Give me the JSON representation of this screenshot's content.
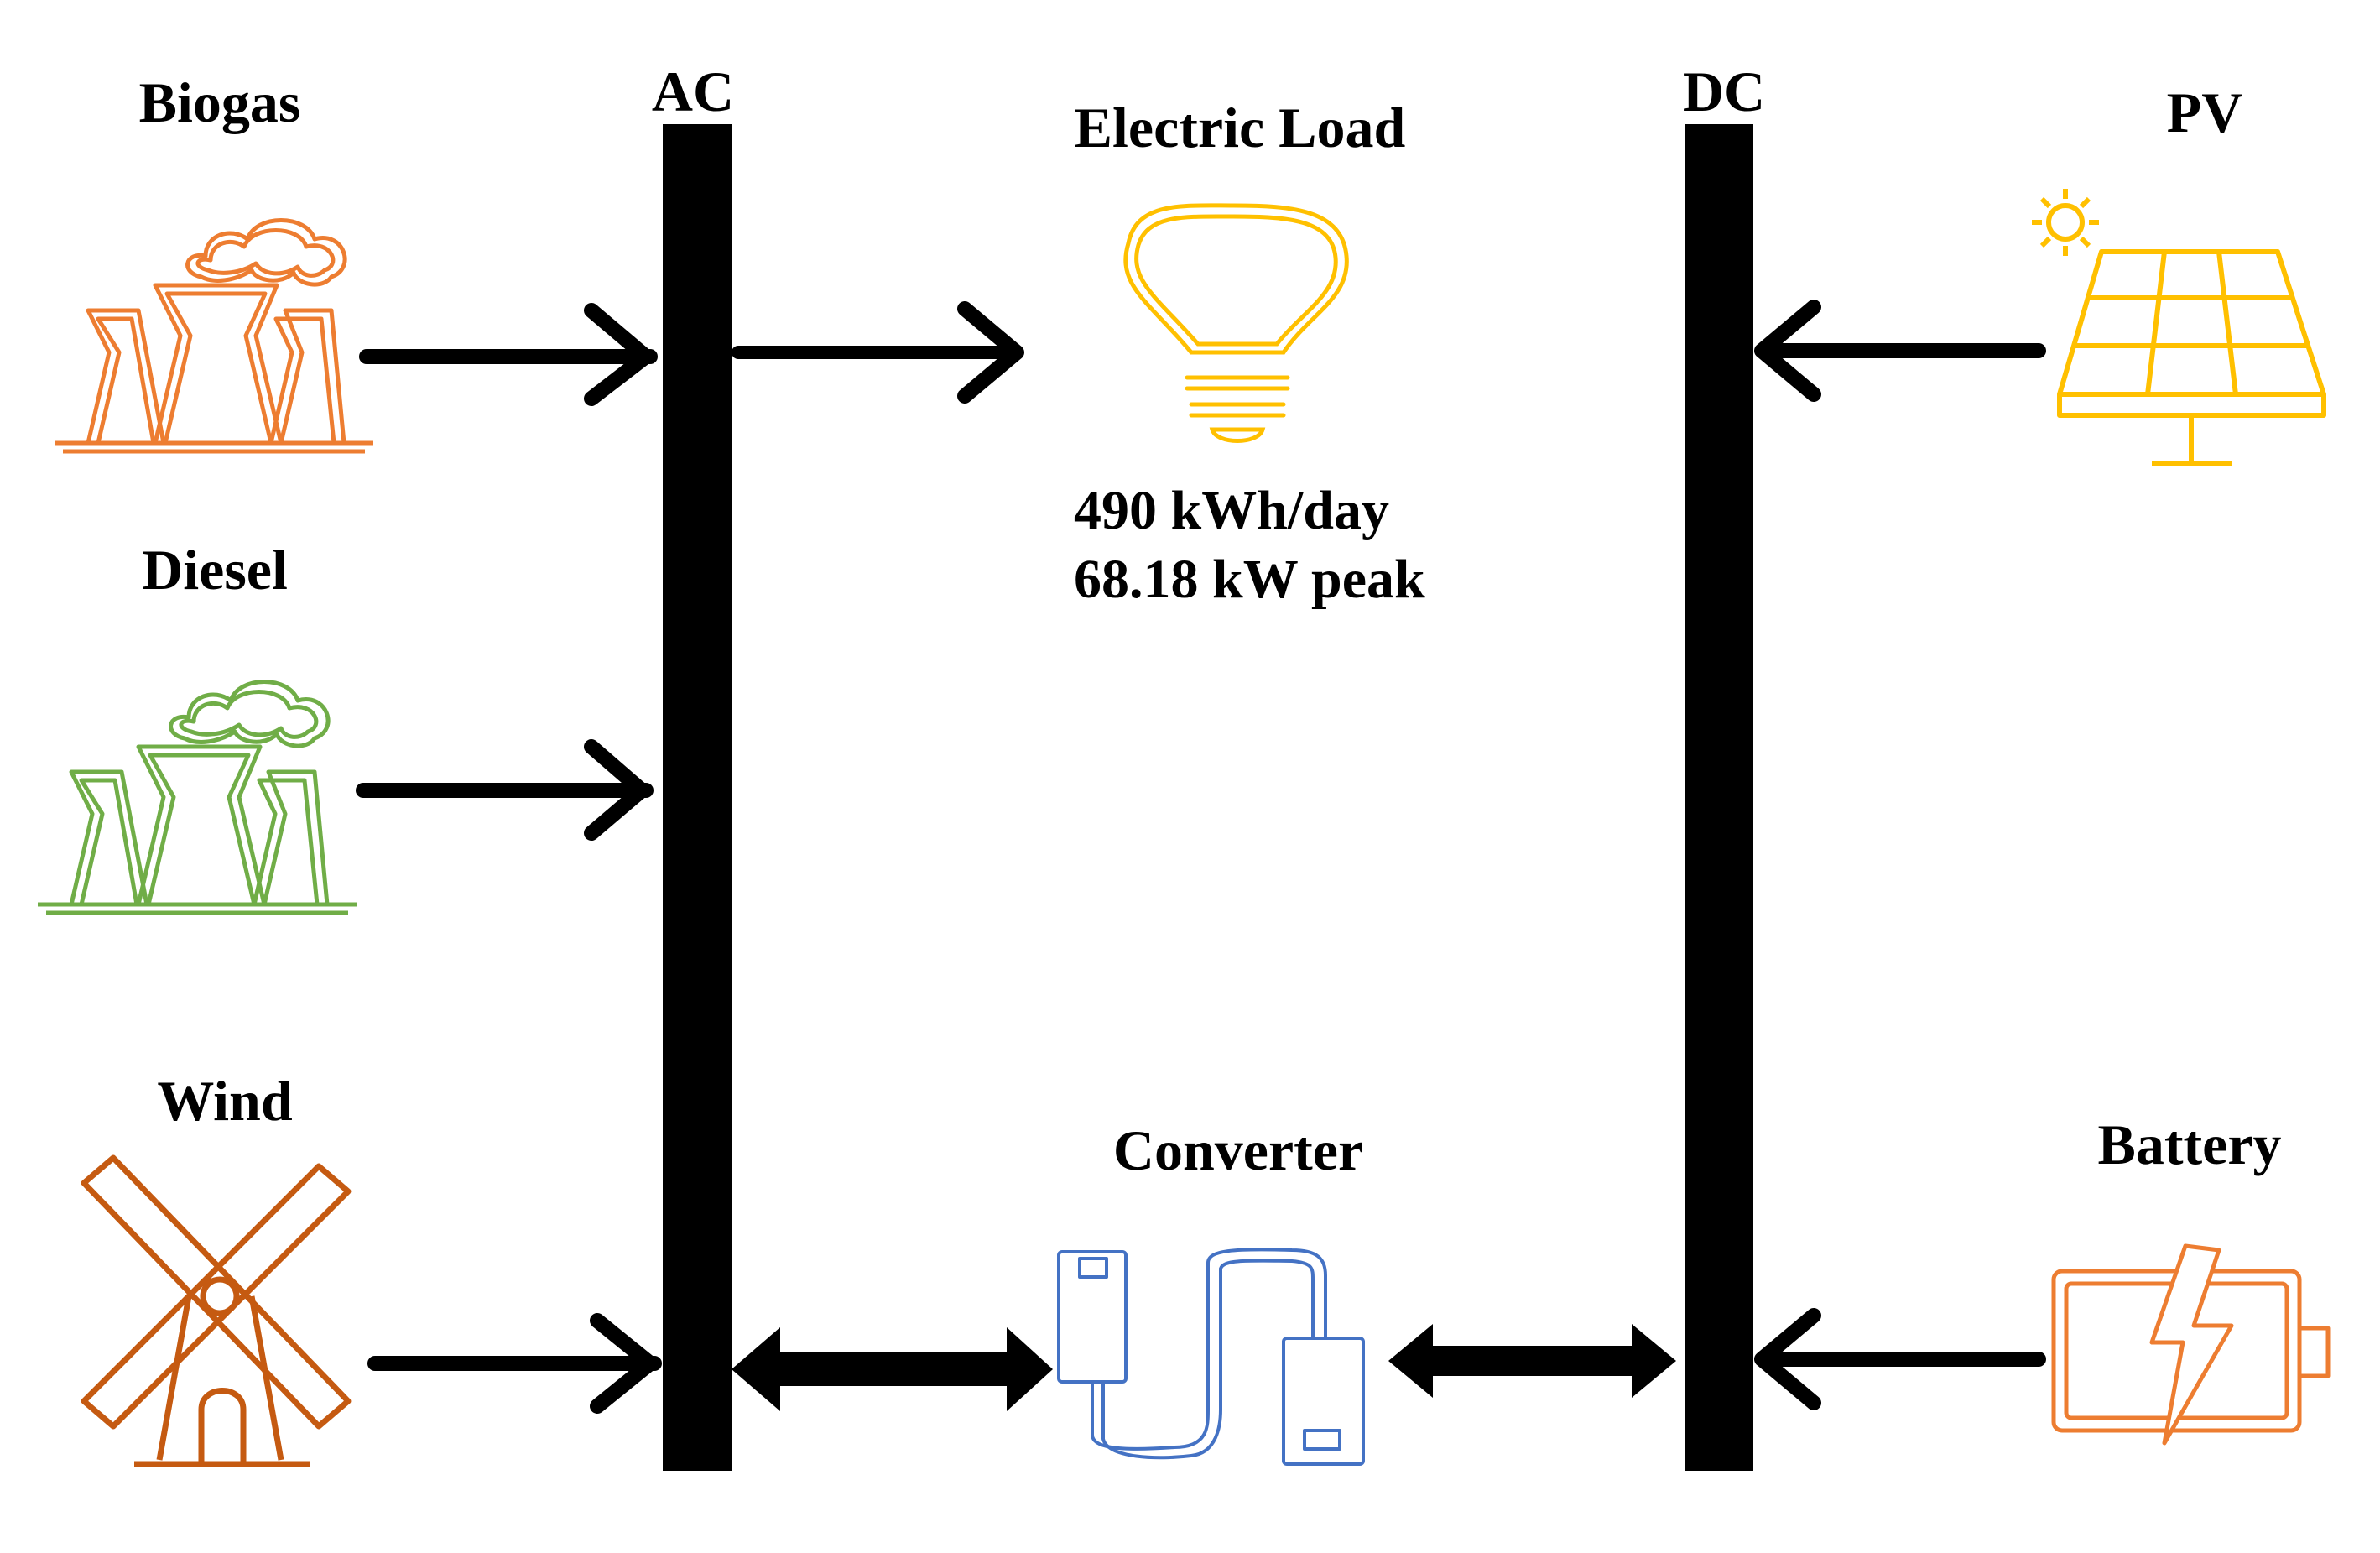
{
  "buses": {
    "ac": "AC",
    "dc": "DC"
  },
  "components": {
    "biogas": "Biogas",
    "diesel": "Diesel",
    "wind": "Wind",
    "pv": "PV",
    "battery": "Battery",
    "converter": "Converter",
    "load": {
      "title": "Electric Load",
      "daily": "490 kWh/day",
      "peak": "68.18 kW peak"
    }
  },
  "colors": {
    "biogas": "#ED7D31",
    "diesel": "#70AD47",
    "wind": "#C55A11",
    "pv": "#FFC000",
    "battery": "#ED7D31",
    "converter": "#4472C4",
    "bus": "#000000"
  },
  "icons": {
    "biogas": "power-plant-icon",
    "diesel": "power-plant-icon",
    "wind": "windmill-icon",
    "pv": "solar-panel-icon",
    "battery": "battery-charging-icon",
    "converter": "usb-cable-icon",
    "load": "light-bulb-icon"
  }
}
